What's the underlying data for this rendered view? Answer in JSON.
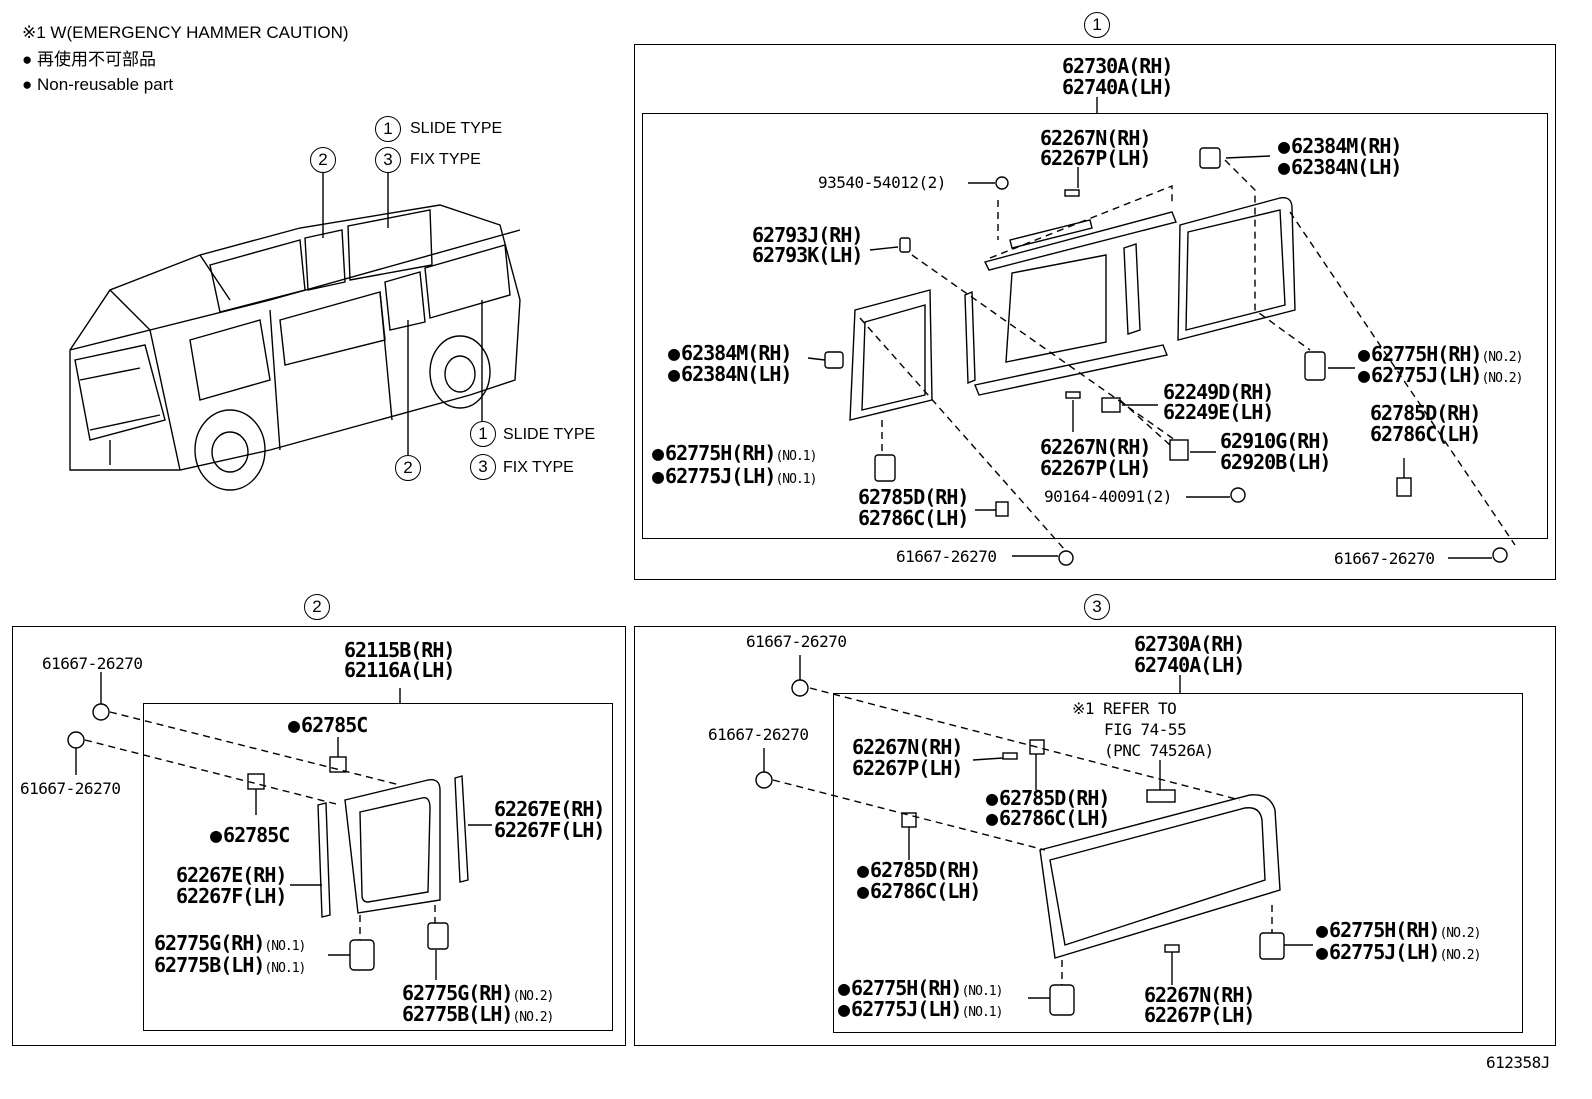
{
  "legend": {
    "note1": "※1 W(EMERGENCY HAMMER CAUTION)",
    "nonreuse_jp": "再使用不可部品",
    "nonreuse_en": "Non-reusable part"
  },
  "van": {
    "callout_2_top": "2",
    "callout_3_top": "3",
    "callout_2_bottom": "2",
    "label_slide_1": "SLIDE TYPE",
    "label_fix_1": "FIX TYPE",
    "label_slide_2": "SLIDE TYPE",
    "label_fix_2": "FIX TYPE",
    "num1a": "1",
    "num3a": "3",
    "num1b": "1",
    "num3b": "3"
  },
  "panel1": {
    "title": "1",
    "assy_rh": "62730A(RH)",
    "assy_lh": "62740A(LH)",
    "parts": {
      "p62267N_top_rh": "62267N(RH)",
      "p62267P_top_lh": "62267P(LH)",
      "screw": "93540-54012(2)",
      "p62384M_top": "62384M(RH)",
      "p62384N_top": "62384N(LH)",
      "p62793J": "62793J(RH)",
      "p62793K": "62793K(LH)",
      "p62384M_left": "62384M(RH)",
      "p62384N_left": "62384N(LH)",
      "p62775H_r": "62775H(RH)",
      "p62775J_r": "62775J(LH)",
      "no2a": "(NO.2)",
      "no2b": "(NO.2)",
      "p62249D": "62249D(RH)",
      "p62249E": "62249E(LH)",
      "p62785D_r": "62785D(RH)",
      "p62786C_r": "62786C(LH)",
      "p62775H_l": "62775H(RH)",
      "p62775J_l": "62775J(LH)",
      "no1a": "(NO.1)",
      "no1b": "(NO.1)",
      "p62267N_mid": "62267N(RH)",
      "p62267P_mid": "62267P(LH)",
      "p62910G": "62910G(RH)",
      "p62920B": "62920B(LH)",
      "p90164": "90164-40091(2)",
      "p62785D_l": "62785D(RH)",
      "p62786C_l": "62786C(LH)",
      "clip_a": "61667-26270",
      "clip_b": "61667-26270"
    }
  },
  "panel2": {
    "title": "2",
    "assy_rh": "62115B(RH)",
    "assy_lh": "62116A(LH)",
    "parts": {
      "clip_a": "61667-26270",
      "clip_b": "61667-26270",
      "p62785C_a": "62785C",
      "p62785C_b": "62785C",
      "p62267E_r": "62267E(RH)",
      "p62267F_r": "62267F(LH)",
      "p62267E_l": "62267E(RH)",
      "p62267F_l": "62267F(LH)",
      "p62775G_a": "62775G(RH)",
      "p62775B_a": "62775B(LH)",
      "no1a": "(NO.1)",
      "no1b": "(NO.1)",
      "p62775G_b": "62775G(RH)",
      "p62775B_b": "62775B(LH)",
      "no2a": "(NO.2)",
      "no2b": "(NO.2)"
    }
  },
  "panel3": {
    "title": "3",
    "assy_rh": "62730A(RH)",
    "assy_lh": "62740A(LH)",
    "parts": {
      "clip_a": "61667-26270",
      "clip_b": "61667-26270",
      "refer1": "※1 REFER TO",
      "refer2": "FIG 74-55",
      "refer3": "(PNC 74526A)",
      "p62267N_a": "62267N(RH)",
      "p62267P_a": "62267P(LH)",
      "p62785D_a": "62785D(RH)",
      "p62786C_a": "62786C(LH)",
      "p62785D_b": "62785D(RH)",
      "p62786C_b": "62786C(LH)",
      "p62775H_r": "62775H(RH)",
      "p62775J_r": "62775J(LH)",
      "no2a": "(NO.2)",
      "no2b": "(NO.2)",
      "p62775H_l": "62775H(RH)",
      "p62775J_l": "62775J(LH)",
      "no1a": "(NO.1)",
      "no1b": "(NO.1)",
      "p62267N_b": "62267N(RH)",
      "p62267P_b": "62267P(LH)"
    }
  },
  "figure_id": "612358J"
}
